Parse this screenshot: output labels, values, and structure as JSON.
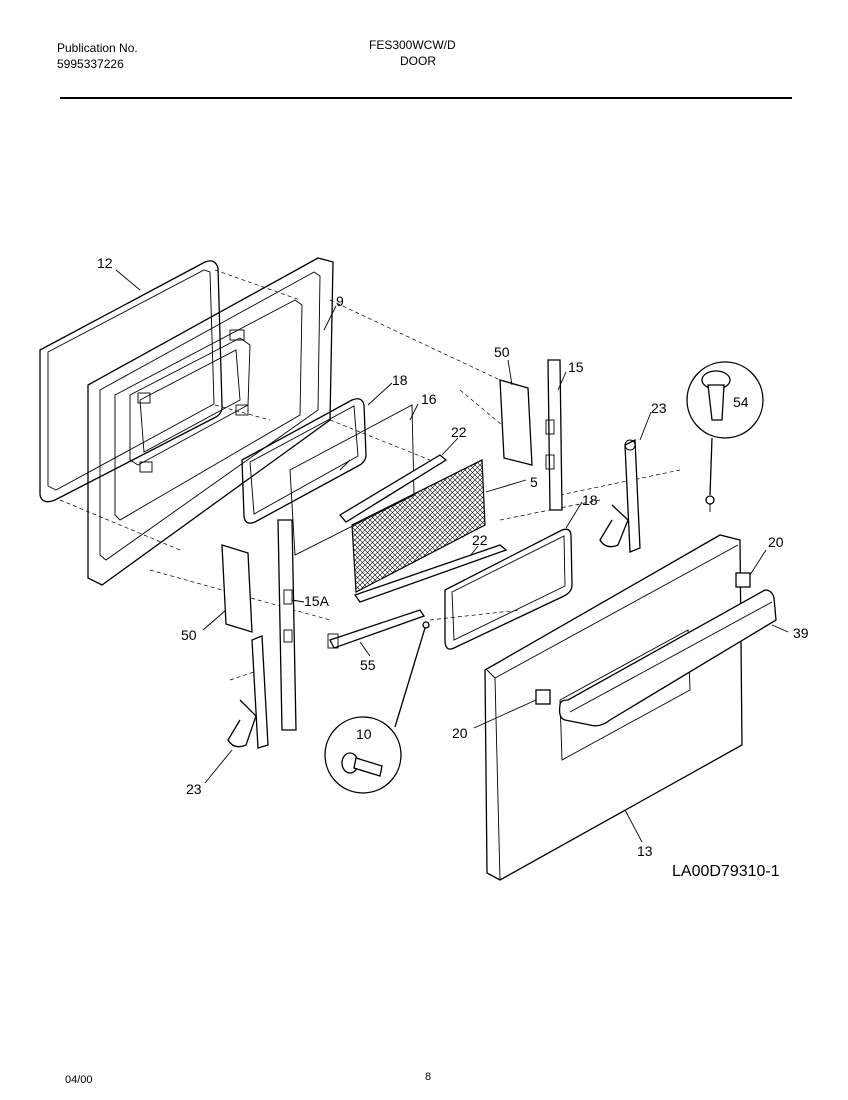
{
  "header": {
    "publication_label": "Publication No.",
    "publication_number": "5995337226",
    "model": "FES300WCW/D",
    "section": "DOOR"
  },
  "diagram": {
    "drawing_id": "LA00D79310-1",
    "callouts": {
      "c12": "12",
      "c9": "9",
      "c50a": "50",
      "c15": "15",
      "c18a": "18",
      "c16": "16",
      "c22a": "22",
      "c5": "5",
      "c23a": "23",
      "c54": "54",
      "c18b": "18",
      "c22b": "22",
      "c20a": "20",
      "c15a": "15A",
      "c50b": "50",
      "c39": "39",
      "c55": "55",
      "c10": "10",
      "c20b": "20",
      "c23b": "23",
      "c13": "13"
    }
  },
  "footer": {
    "date": "04/00",
    "page": "8"
  }
}
